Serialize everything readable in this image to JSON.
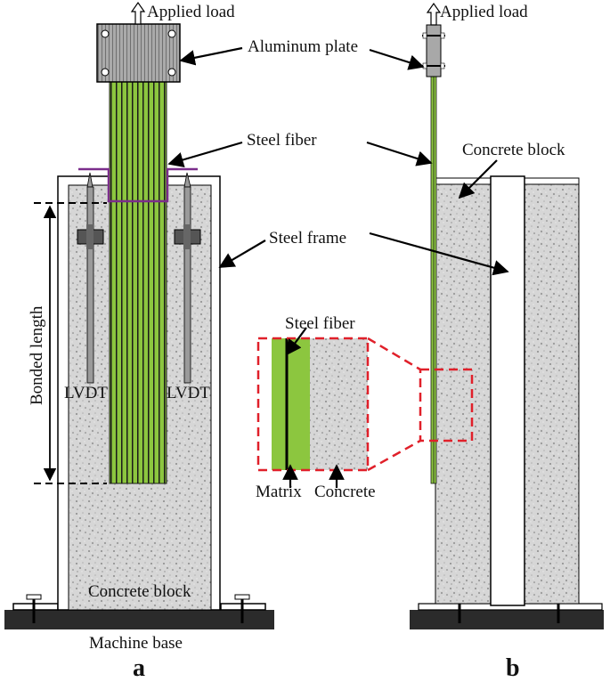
{
  "labels": {
    "applied_load_a": "Applied load",
    "applied_load_b": "Applied load",
    "aluminum_plate": "Aluminum plate",
    "steel_fiber": "Steel fiber",
    "steel_frame": "Steel frame",
    "concrete_block_a": "Concrete block",
    "concrete_block_b": "Concrete block",
    "bonded_length": "Bonded length",
    "lvdt_left": "LVDT",
    "lvdt_right": "LVDT",
    "machine_base": "Machine base",
    "detail_steel_fiber": "Steel fiber",
    "matrix": "Matrix",
    "concrete": "Concrete",
    "panel_a": "a",
    "panel_b": "b"
  },
  "colors": {
    "fiber_green": "#8cc63f",
    "fiber_line": "#1a1a1a",
    "concrete": "#d4d4d4",
    "base": "#2b2b2b",
    "plate": "#a8a8a8",
    "lvdt": "#7a7a7a",
    "bracket": "#7b2d8b",
    "detail_dash": "#e0202a"
  }
}
